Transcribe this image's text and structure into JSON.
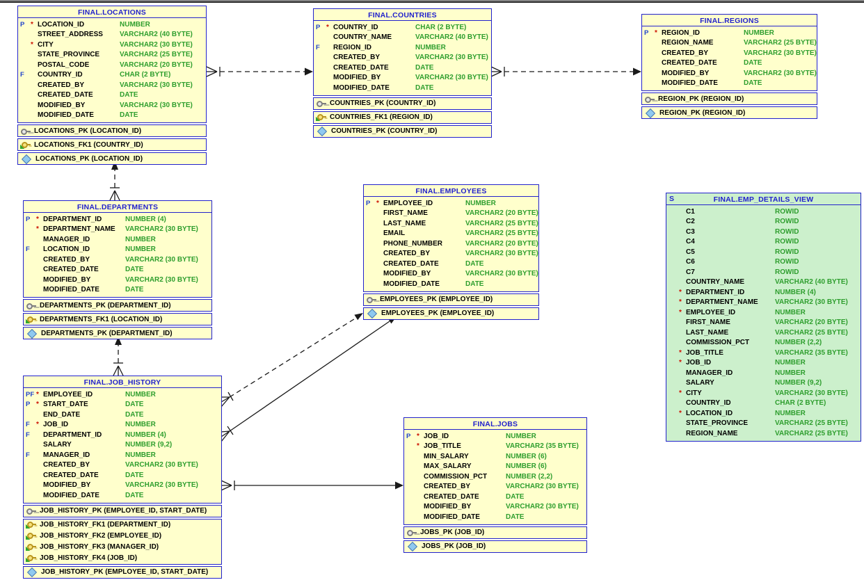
{
  "colors": {
    "table-bg": "#ffffcc",
    "view-bg": "#ccf0cc",
    "border": "#2222cc",
    "title": "#2222cc",
    "text": "#000000",
    "datatype": "#2e9e2e",
    "keyflag": "#2244cc",
    "required": "#cc1100",
    "line": "#1a1a1a"
  },
  "diagram": {
    "tables": [
      {
        "title": "FINAL.LOCATIONS",
        "header_flag": "",
        "kind": "table",
        "columns": [
          {
            "f": "P",
            "r": "*",
            "n": "LOCATION_ID",
            "t": "NUMBER"
          },
          {
            "f": "",
            "r": "",
            "n": "STREET_ADDRESS",
            "t": "VARCHAR2 (40 BYTE)"
          },
          {
            "f": "",
            "r": "*",
            "n": "CITY",
            "t": "VARCHAR2 (30 BYTE)"
          },
          {
            "f": "",
            "r": "",
            "n": "STATE_PROVINCE",
            "t": "VARCHAR2 (25 BYTE)"
          },
          {
            "f": "",
            "r": "",
            "n": "POSTAL_CODE",
            "t": "VARCHAR2 (20 BYTE)"
          },
          {
            "f": "F",
            "r": "",
            "n": "COUNTRY_ID",
            "t": "CHAR (2 BYTE)"
          },
          {
            "f": "",
            "r": "",
            "n": "CREATED_BY",
            "t": "VARCHAR2 (30 BYTE)"
          },
          {
            "f": "",
            "r": "",
            "n": "CREATED_DATE",
            "t": "DATE"
          },
          {
            "f": "",
            "r": "",
            "n": "MODIFIED_BY",
            "t": "VARCHAR2 (30 BYTE)"
          },
          {
            "f": "",
            "r": "",
            "n": "MODIFIED_DATE",
            "t": "DATE"
          }
        ],
        "pk": [
          "LOCATIONS_PK (LOCATION_ID)"
        ],
        "fk": [
          "LOCATIONS_FK1 (COUNTRY_ID)"
        ],
        "idx": [
          "LOCATIONS_PK (LOCATION_ID)"
        ]
      },
      {
        "title": "FINAL.COUNTRIES",
        "header_flag": "",
        "kind": "table",
        "columns": [
          {
            "f": "P",
            "r": "*",
            "n": "COUNTRY_ID",
            "t": "CHAR (2 BYTE)"
          },
          {
            "f": "",
            "r": "",
            "n": "COUNTRY_NAME",
            "t": "VARCHAR2 (40 BYTE)"
          },
          {
            "f": "F",
            "r": "",
            "n": "REGION_ID",
            "t": "NUMBER"
          },
          {
            "f": "",
            "r": "",
            "n": "CREATED_BY",
            "t": "VARCHAR2 (30 BYTE)"
          },
          {
            "f": "",
            "r": "",
            "n": "CREATED_DATE",
            "t": "DATE"
          },
          {
            "f": "",
            "r": "",
            "n": "MODIFIED_BY",
            "t": "VARCHAR2 (30 BYTE)"
          },
          {
            "f": "",
            "r": "",
            "n": "MODIFIED_DATE",
            "t": "DATE"
          }
        ],
        "pk": [
          "COUNTRIES_PK (COUNTRY_ID)"
        ],
        "fk": [
          "COUNTRIES_FK1 (REGION_ID)"
        ],
        "idx": [
          "COUNTRIES_PK (COUNTRY_ID)"
        ]
      },
      {
        "title": "FINAL.REGIONS",
        "header_flag": "",
        "kind": "table",
        "columns": [
          {
            "f": "P",
            "r": "*",
            "n": "REGION_ID",
            "t": "NUMBER"
          },
          {
            "f": "",
            "r": "",
            "n": "REGION_NAME",
            "t": "VARCHAR2 (25 BYTE)"
          },
          {
            "f": "",
            "r": "",
            "n": "CREATED_BY",
            "t": "VARCHAR2 (30 BYTE)"
          },
          {
            "f": "",
            "r": "",
            "n": "CREATED_DATE",
            "t": "DATE"
          },
          {
            "f": "",
            "r": "",
            "n": "MODIFIED_BY",
            "t": "VARCHAR2 (30 BYTE)"
          },
          {
            "f": "",
            "r": "",
            "n": "MODIFIED_DATE",
            "t": "DATE"
          }
        ],
        "pk": [
          "REGION_PK (REGION_ID)"
        ],
        "fk": [],
        "idx": [
          "REGION_PK (REGION_ID)"
        ]
      },
      {
        "title": "FINAL.DEPARTMENTS",
        "header_flag": "",
        "kind": "table",
        "columns": [
          {
            "f": "P",
            "r": "*",
            "n": "DEPARTMENT_ID",
            "t": "NUMBER (4)"
          },
          {
            "f": "",
            "r": "*",
            "n": "DEPARTMENT_NAME",
            "t": "VARCHAR2 (30 BYTE)"
          },
          {
            "f": "",
            "r": "",
            "n": "MANAGER_ID",
            "t": "NUMBER"
          },
          {
            "f": "F",
            "r": "",
            "n": "LOCATION_ID",
            "t": "NUMBER"
          },
          {
            "f": "",
            "r": "",
            "n": "CREATED_BY",
            "t": "VARCHAR2 (30 BYTE)"
          },
          {
            "f": "",
            "r": "",
            "n": "CREATED_DATE",
            "t": "DATE"
          },
          {
            "f": "",
            "r": "",
            "n": "MODIFIED_BY",
            "t": "VARCHAR2 (30 BYTE)"
          },
          {
            "f": "",
            "r": "",
            "n": "MODIFIED_DATE",
            "t": "DATE"
          }
        ],
        "pk": [
          "DEPARTMENTS_PK (DEPARTMENT_ID)"
        ],
        "fk": [
          "DEPARTMENTS_FK1 (LOCATION_ID)"
        ],
        "idx": [
          "DEPARTMENTS_PK (DEPARTMENT_ID)"
        ]
      },
      {
        "title": "FINAL.EMPLOYEES",
        "header_flag": "",
        "kind": "table",
        "columns": [
          {
            "f": "P",
            "r": "*",
            "n": "EMPLOYEE_ID",
            "t": "NUMBER"
          },
          {
            "f": "",
            "r": "",
            "n": "FIRST_NAME",
            "t": "VARCHAR2 (20 BYTE)"
          },
          {
            "f": "",
            "r": "",
            "n": "LAST_NAME",
            "t": "VARCHAR2 (25 BYTE)"
          },
          {
            "f": "",
            "r": "",
            "n": "EMAIL",
            "t": "VARCHAR2 (25 BYTE)"
          },
          {
            "f": "",
            "r": "",
            "n": "PHONE_NUMBER",
            "t": "VARCHAR2 (20 BYTE)"
          },
          {
            "f": "",
            "r": "",
            "n": "CREATED_BY",
            "t": "VARCHAR2 (30 BYTE)"
          },
          {
            "f": "",
            "r": "",
            "n": "CREATED_DATE",
            "t": "DATE"
          },
          {
            "f": "",
            "r": "",
            "n": "MODIFIED_BY",
            "t": "VARCHAR2 (30 BYTE)"
          },
          {
            "f": "",
            "r": "",
            "n": "MODIFIED_DATE",
            "t": "DATE"
          }
        ],
        "pk": [
          "EMPLOYEES_PK (EMPLOYEE_ID)"
        ],
        "fk": [],
        "idx": [
          "EMPLOYEES_PK (EMPLOYEE_ID)"
        ]
      },
      {
        "title": "FINAL.EMP_DETAILS_VIEW",
        "header_flag": "S",
        "kind": "view",
        "columns": [
          {
            "f": "",
            "r": "",
            "n": "C1",
            "t": "ROWID"
          },
          {
            "f": "",
            "r": "",
            "n": "C2",
            "t": "ROWID"
          },
          {
            "f": "",
            "r": "",
            "n": "C3",
            "t": "ROWID"
          },
          {
            "f": "",
            "r": "",
            "n": "C4",
            "t": "ROWID"
          },
          {
            "f": "",
            "r": "",
            "n": "C5",
            "t": "ROWID"
          },
          {
            "f": "",
            "r": "",
            "n": "C6",
            "t": "ROWID"
          },
          {
            "f": "",
            "r": "",
            "n": "C7",
            "t": "ROWID"
          },
          {
            "f": "",
            "r": "",
            "n": "COUNTRY_NAME",
            "t": "VARCHAR2 (40 BYTE)"
          },
          {
            "f": "",
            "r": "*",
            "n": "DEPARTMENT_ID",
            "t": "NUMBER (4)"
          },
          {
            "f": "",
            "r": "*",
            "n": "DEPARTMENT_NAME",
            "t": "VARCHAR2 (30 BYTE)"
          },
          {
            "f": "",
            "r": "*",
            "n": "EMPLOYEE_ID",
            "t": "NUMBER"
          },
          {
            "f": "",
            "r": "",
            "n": "FIRST_NAME",
            "t": "VARCHAR2 (20 BYTE)"
          },
          {
            "f": "",
            "r": "",
            "n": "LAST_NAME",
            "t": "VARCHAR2 (25 BYTE)"
          },
          {
            "f": "",
            "r": "",
            "n": "COMMISSION_PCT",
            "t": "NUMBER (2,2)"
          },
          {
            "f": "",
            "r": "*",
            "n": "JOB_TITLE",
            "t": "VARCHAR2 (35 BYTE)"
          },
          {
            "f": "",
            "r": "*",
            "n": "JOB_ID",
            "t": "NUMBER"
          },
          {
            "f": "",
            "r": "",
            "n": "MANAGER_ID",
            "t": "NUMBER"
          },
          {
            "f": "",
            "r": "",
            "n": "SALARY",
            "t": "NUMBER (9,2)"
          },
          {
            "f": "",
            "r": "*",
            "n": "CITY",
            "t": "VARCHAR2 (30 BYTE)"
          },
          {
            "f": "",
            "r": "",
            "n": "COUNTRY_ID",
            "t": "CHAR (2 BYTE)"
          },
          {
            "f": "",
            "r": "*",
            "n": "LOCATION_ID",
            "t": "NUMBER"
          },
          {
            "f": "",
            "r": "",
            "n": "STATE_PROVINCE",
            "t": "VARCHAR2 (25 BYTE)"
          },
          {
            "f": "",
            "r": "",
            "n": "REGION_NAME",
            "t": "VARCHAR2 (25 BYTE)"
          }
        ],
        "pk": [],
        "fk": [],
        "idx": []
      },
      {
        "title": "FINAL.JOB_HISTORY",
        "header_flag": "",
        "kind": "table",
        "columns": [
          {
            "f": "PF",
            "r": "*",
            "n": "EMPLOYEE_ID",
            "t": "NUMBER"
          },
          {
            "f": "P",
            "r": "*",
            "n": "START_DATE",
            "t": "DATE"
          },
          {
            "f": "",
            "r": "",
            "n": "END_DATE",
            "t": "DATE"
          },
          {
            "f": "F",
            "r": "*",
            "n": "JOB_ID",
            "t": "NUMBER"
          },
          {
            "f": "F",
            "r": "",
            "n": "DEPARTMENT_ID",
            "t": "NUMBER (4)"
          },
          {
            "f": "",
            "r": "",
            "n": "SALARY",
            "t": "NUMBER (9,2)"
          },
          {
            "f": "F",
            "r": "",
            "n": "MANAGER_ID",
            "t": "NUMBER"
          },
          {
            "f": "",
            "r": "",
            "n": "CREATED_BY",
            "t": "VARCHAR2 (30 BYTE)"
          },
          {
            "f": "",
            "r": "",
            "n": "CREATED_DATE",
            "t": "DATE"
          },
          {
            "f": "",
            "r": "",
            "n": "MODIFIED_BY",
            "t": "VARCHAR2 (30 BYTE)"
          },
          {
            "f": "",
            "r": "",
            "n": "MODIFIED_DATE",
            "t": "DATE"
          }
        ],
        "pk": [
          "JOB_HISTORY_PK (EMPLOYEE_ID, START_DATE)"
        ],
        "fk": [
          "JOB_HISTORY_FK1 (DEPARTMENT_ID)",
          "JOB_HISTORY_FK2 (EMPLOYEE_ID)",
          "JOB_HISTORY_FK3 (MANAGER_ID)",
          "JOB_HISTORY_FK4 (JOB_ID)"
        ],
        "idx": [
          "JOB_HISTORY_PK (EMPLOYEE_ID, START_DATE)"
        ]
      },
      {
        "title": "FINAL.JOBS",
        "header_flag": "",
        "kind": "table",
        "columns": [
          {
            "f": "P",
            "r": "*",
            "n": "JOB_ID",
            "t": "NUMBER"
          },
          {
            "f": "",
            "r": "*",
            "n": "JOB_TITLE",
            "t": "VARCHAR2 (35 BYTE)"
          },
          {
            "f": "",
            "r": "",
            "n": "MIN_SALARY",
            "t": "NUMBER (6)"
          },
          {
            "f": "",
            "r": "",
            "n": "MAX_SALARY",
            "t": "NUMBER (6)"
          },
          {
            "f": "",
            "r": "",
            "n": "COMMISSION_PCT",
            "t": "NUMBER (2,2)"
          },
          {
            "f": "",
            "r": "",
            "n": "CREATED_BY",
            "t": "VARCHAR2 (30 BYTE)"
          },
          {
            "f": "",
            "r": "",
            "n": "CREATED_DATE",
            "t": "DATE"
          },
          {
            "f": "",
            "r": "",
            "n": "MODIFIED_BY",
            "t": "VARCHAR2 (30 BYTE)"
          },
          {
            "f": "",
            "r": "",
            "n": "MODIFIED_DATE",
            "t": "DATE"
          }
        ],
        "pk": [
          "JOBS_PK (JOB_ID)"
        ],
        "fk": [],
        "idx": [
          "JOBS_PK (JOB_ID)"
        ]
      }
    ],
    "relationships": [
      {
        "from": "FINAL.LOCATIONS",
        "to": "FINAL.COUNTRIES",
        "style": "dashed"
      },
      {
        "from": "FINAL.COUNTRIES",
        "to": "FINAL.REGIONS",
        "style": "dashed"
      },
      {
        "from": "FINAL.DEPARTMENTS",
        "to": "FINAL.LOCATIONS",
        "style": "dashed"
      },
      {
        "from": "FINAL.JOB_HISTORY",
        "to": "FINAL.DEPARTMENTS",
        "style": "dashed"
      },
      {
        "from": "FINAL.JOB_HISTORY",
        "to": "FINAL.EMPLOYEES",
        "style": "dashed"
      },
      {
        "from": "FINAL.JOB_HISTORY",
        "to": "FINAL.EMPLOYEES",
        "style": "solid"
      },
      {
        "from": "FINAL.JOB_HISTORY",
        "to": "FINAL.JOBS",
        "style": "solid"
      }
    ]
  }
}
